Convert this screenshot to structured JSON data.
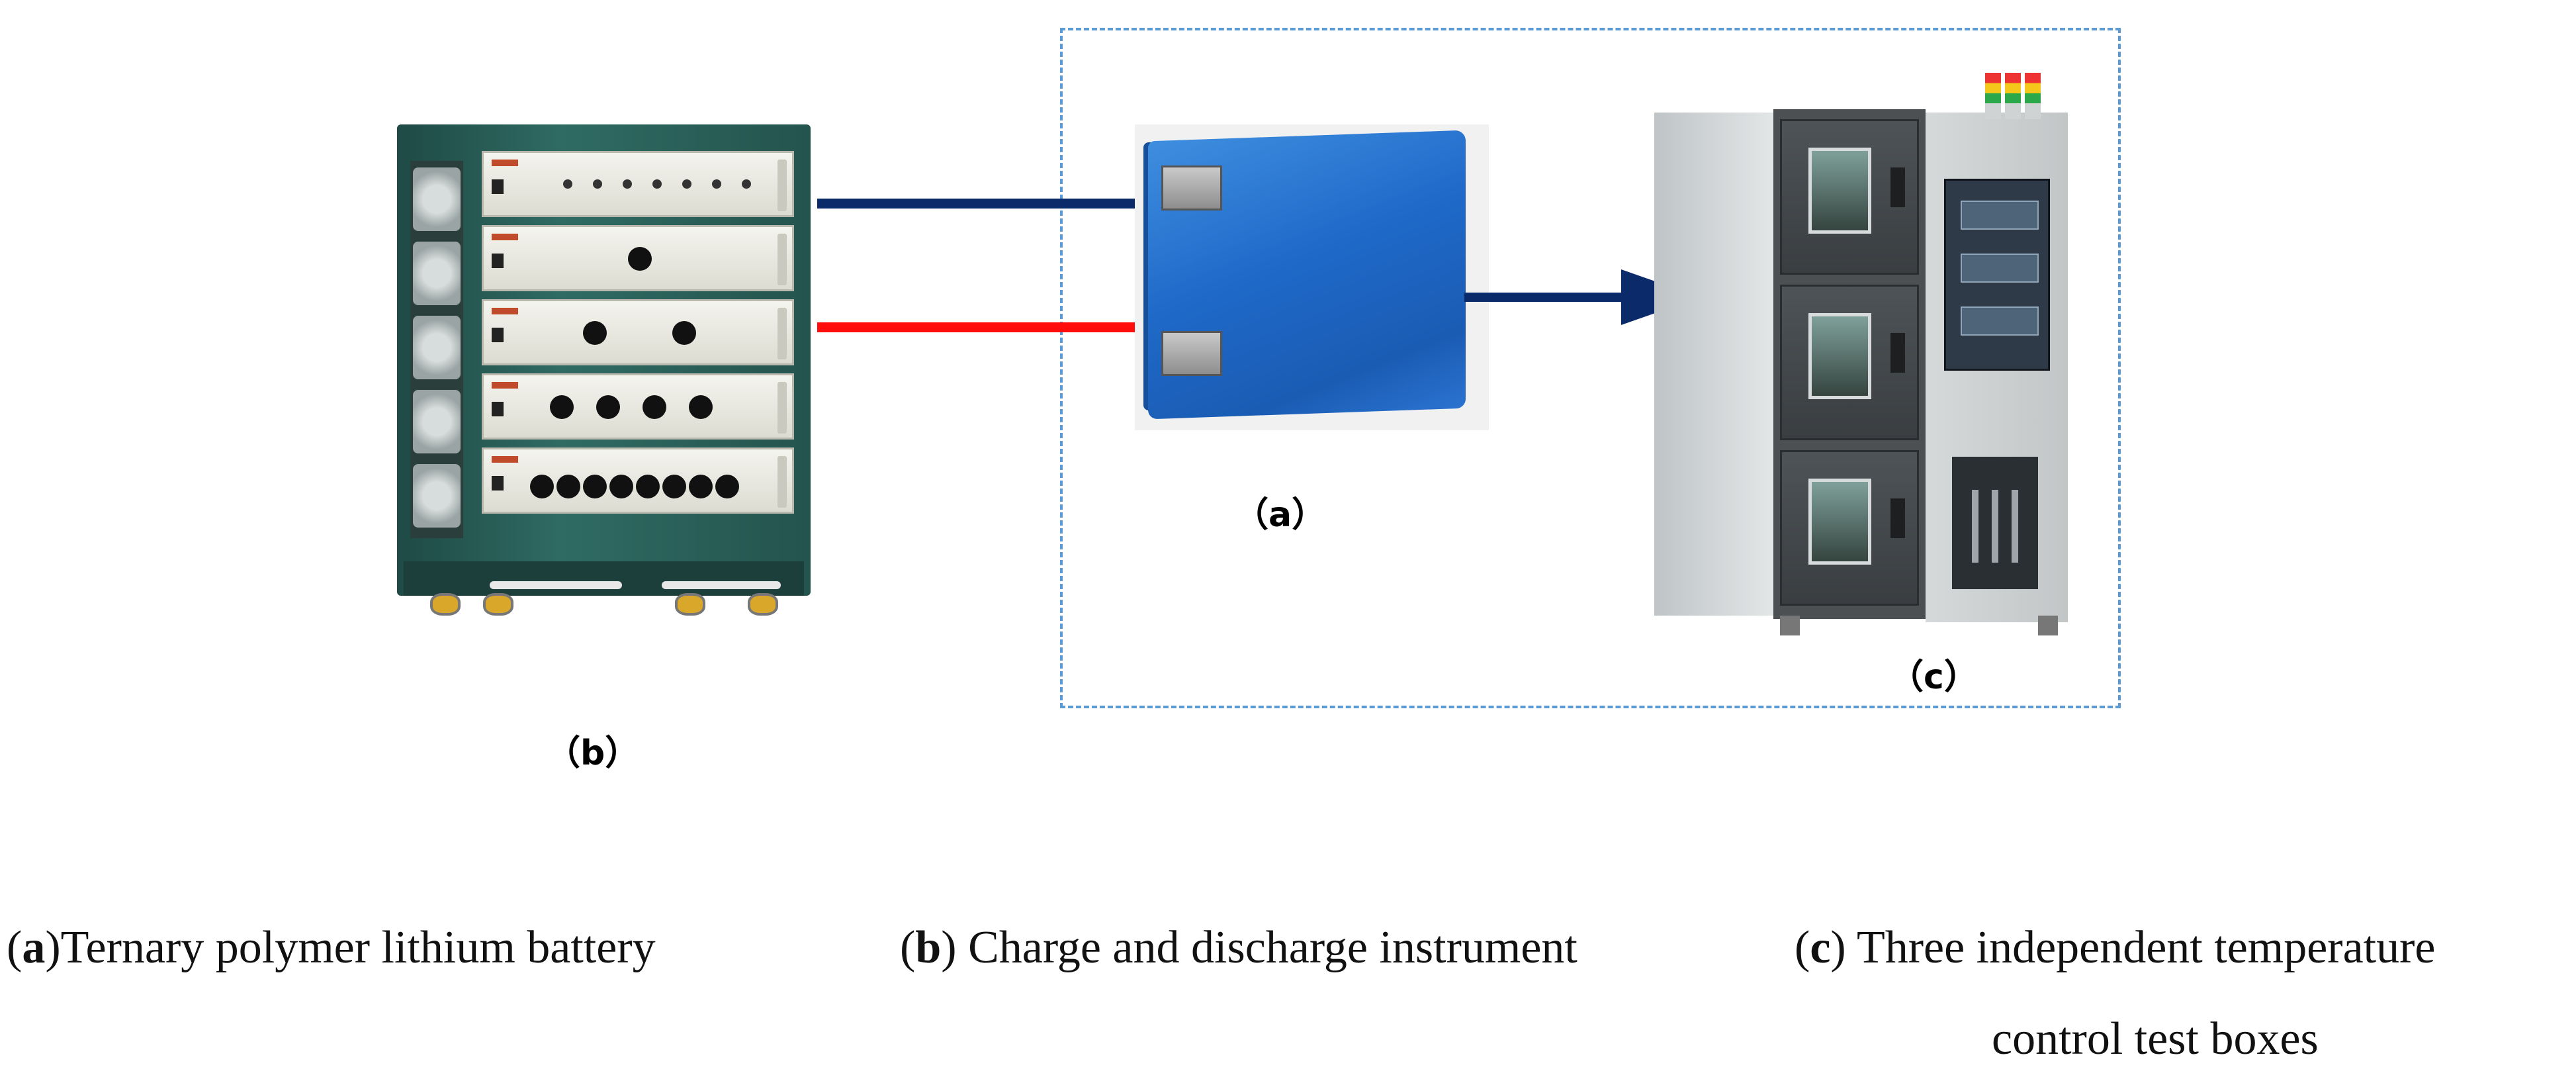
{
  "figure": {
    "labels": {
      "battery": "（a）",
      "instrument": "（b）",
      "chamber": "（c）"
    },
    "captions": {
      "a": {
        "letter": "a",
        "text": "Ternary polymer lithium battery"
      },
      "b": {
        "letter": "b",
        "text": "Charge and discharge instrument"
      },
      "c": {
        "letter": "c",
        "text_line1": "Three independent temperature",
        "text_line2": "control test boxes"
      }
    },
    "colors": {
      "wire_negative": "#0b2a6a",
      "wire_positive": "#ff0d0d",
      "arrow": "#0b2a6a",
      "dashed_frame": "#5b9bd5",
      "battery": "#1f69c8"
    }
  }
}
